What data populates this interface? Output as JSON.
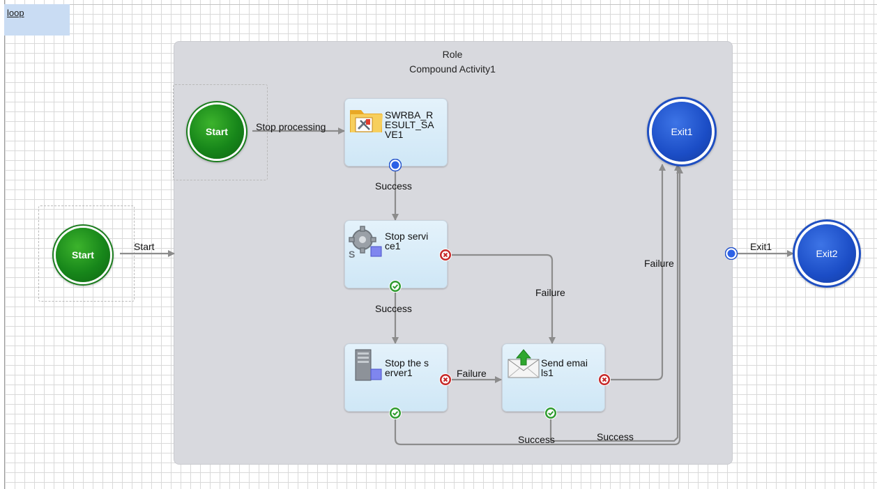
{
  "canvas": {
    "flow_name": "loop"
  },
  "compound": {
    "role": "Role",
    "name": "Compound Activity1"
  },
  "nodes": {
    "outer_start": "Start",
    "inner_start": "Start",
    "exit1": "Exit1",
    "exit2": "Exit2",
    "activity1": "SWRBA_R\nESULT_SA\nVE1",
    "activity2": "Stop servi\nce1",
    "activity3": "Stop the s\nerver1",
    "activity4": "Send emai\nls1"
  },
  "edges": {
    "outer_start": "Start",
    "stop_processing": "Stop processing",
    "success_1": "Success",
    "success_2": "Success",
    "failure_service": "Failure",
    "failure_server": "Failure",
    "failure_email": "Failure",
    "success_email": "Success",
    "success_server": "Success",
    "exit1_edge": "Exit1"
  },
  "colors": {
    "start_green": "#17861a",
    "exit_blue": "#1b4dc6",
    "activity_fill": "#cfe7f6",
    "compound_fill": "#d8d9de",
    "connector": "#8c8c8c",
    "success_port": "#2e9b2e",
    "failure_port": "#c62828"
  },
  "icons": {
    "activity1": "folder-tools-icon",
    "activity2": "gear-service-icon",
    "activity3": "server-icon",
    "activity4": "email-send-icon"
  }
}
